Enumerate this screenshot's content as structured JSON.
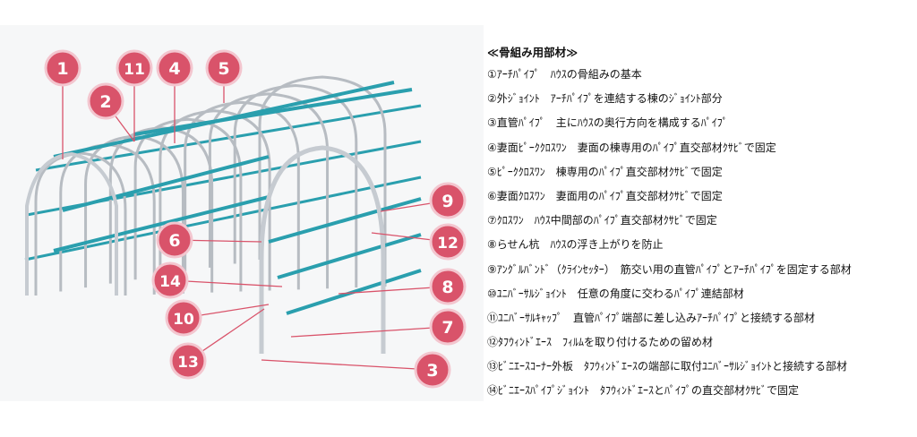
{
  "legend": {
    "title": "≪骨組み用部材≫",
    "items": [
      "①ｱｰﾁﾊﾟｲﾌﾟ　ﾊｳｽの骨組みの基本",
      "②外ｼﾞｮｲﾝﾄ　ｱｰﾁﾊﾟｲﾌﾟを連結する棟のｼﾞｮｲﾝﾄ部分",
      "③直管ﾊﾟｲﾌﾟ　主にﾊｳｽの奥行方向を構成するﾊﾟｲﾌﾟ",
      "④妻面ﾋﾟｰｸｸﾛｽﾜﾝ　妻面の棟専用のﾊﾟｲﾌﾟ直交部材ｸｻﾋﾞで固定",
      "⑤ﾋﾟｰｸｸﾛｽﾜﾝ　棟専用のﾊﾟｲﾌﾟ直交部材ｸｻﾋﾞで固定",
      "⑥妻面ｸﾛｽﾜﾝ　妻面用のﾊﾟｲﾌﾟ直交部材ｸｻﾋﾞで固定",
      "⑦ｸﾛｽﾜﾝ　ﾊｳｽ中間部のﾊﾟｲﾌﾟ直交部材ｸｻﾋﾞで固定",
      "⑧らせん杭　ﾊｳｽの浮き上がりを防止",
      "⑨ｱﾝｸﾞﾙﾊﾞﾝﾄﾞ（ｸﾗｲﾝｾｯﾀｰ）　筋交い用の直管ﾊﾟｲﾌﾟとｱｰﾁﾊﾟｲﾌﾟを固定する部材",
      "⑩ﾕﾆﾊﾞｰｻﾙｼﾞｮｲﾝﾄ　任意の角度に交わるﾊﾟｲﾌﾟ連結部材",
      "⑪ﾕﾆﾊﾞｰｻﾙｷｬｯﾌﾟ　直管ﾊﾟｲﾌﾟ端部に差し込みｱｰﾁﾊﾟｲﾌﾟと接続する部材",
      "⑫ﾀﾌｳｨﾝﾄﾞｴｰｽ　ﾌｨﾙﾑを取り付けるための留め材",
      "⑬ﾋﾞﾆｴｰｽｺｰﾅｰ外板　ﾀﾌｳｨﾝﾄﾞｴｰｽの端部に取付ﾕﾆﾊﾞｰｻﾙｼﾞｮｲﾝﾄと接続する部材",
      "⑭ﾋﾞﾆｴｰｽﾊﾟｲﾌﾟｼﾞｮｲﾝﾄ　ﾀﾌｳｨﾝﾄﾞｴｰｽとﾊﾟｲﾌﾟの直交部材ｸｻﾋﾞで固定"
    ]
  },
  "callouts": [
    "1",
    "11",
    "4",
    "5",
    "2",
    "9",
    "6",
    "12",
    "14",
    "8",
    "10",
    "7",
    "13",
    "3"
  ],
  "colors": {
    "callout_fill": "#d9536a",
    "callout_ring": "#f3c6cf",
    "pipe_silver": "#b7bcc2",
    "pipe_teal": "#2a9fae",
    "leader_line": "#d9536a"
  }
}
